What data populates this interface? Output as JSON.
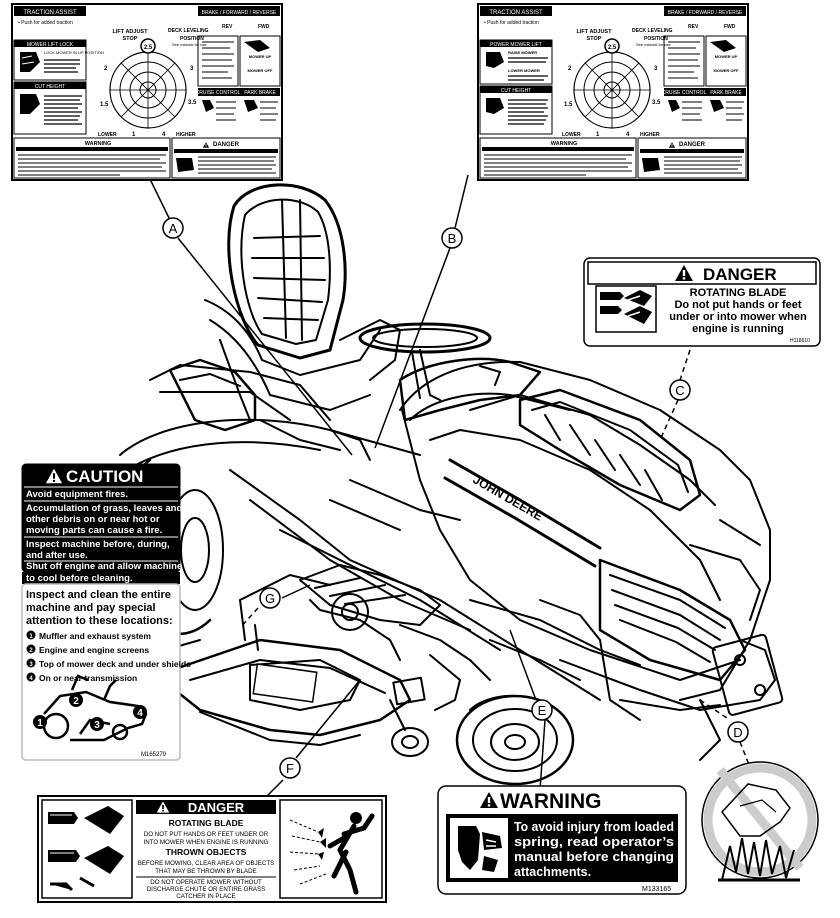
{
  "callouts": [
    "A",
    "B",
    "C",
    "D",
    "E",
    "F",
    "G"
  ],
  "decal_a": {
    "header": "TRACTION ASSIST",
    "header_sub": "• Push for added traction",
    "lift_adjust": "LIFT ADJUST",
    "stop": "STOP",
    "deck_leveling": "DECK LEVELING",
    "position": "POSITION",
    "position_sub": "See manual for use",
    "dial_value": "2.5",
    "dial_numbers": [
      "1",
      "1.5",
      "2",
      "2.5",
      "3",
      "3.5",
      "4"
    ],
    "lower": "LOWER",
    "higher": "HIGHER",
    "brake_header": "BRAKE / FORWARD / REVERSE",
    "rev": "REV",
    "fwd": "FWD",
    "mower_lift_lock": "MOWER LIFT LOCK",
    "lock_mower": "LOCK MOWER IN UP POSITION",
    "cut_height": "CUT HEIGHT",
    "cruise_control": "CRUISE CONTROL",
    "park_brake": "PARK BRAKE",
    "mower_up": "MOWER UP",
    "mower_off": "MOWER OFF",
    "warning": "WARNING",
    "danger": "DANGER"
  },
  "decal_b": {
    "header": "TRACTION ASSIST",
    "header_sub": "• Push for added traction",
    "lift_adjust": "LIFT ADJUST",
    "stop": "STOP",
    "deck_leveling": "DECK LEVELING",
    "position": "POSITION",
    "position_sub": "See manual for use",
    "dial_value": "2.5",
    "dial_numbers": [
      "1",
      "1.5",
      "2",
      "2.5",
      "3",
      "3.5",
      "4"
    ],
    "lower": "LOWER",
    "higher": "HIGHER",
    "brake_header": "BRAKE / FORWARD / REVERSE",
    "rev": "REV",
    "fwd": "FWD",
    "power_mower_lift": "POWER MOWER LIFT",
    "raise_mower": "RAISE MOWER",
    "lower_mower": "LOWER MOWER",
    "cut_height": "CUT HEIGHT",
    "cruise_control": "CRUISE CONTROL",
    "park_brake": "PARK BRAKE",
    "mower_up": "MOWER UP",
    "mower_off": "MOWER OFF",
    "warning": "WARNING",
    "danger": "DANGER"
  },
  "decal_c": {
    "heading": "DANGER",
    "subheading": "ROTATING BLADE",
    "message": [
      "Do not put hands or feet",
      "under or into mower when",
      "engine is running"
    ],
    "code": "H118610"
  },
  "decal_caution": {
    "heading": "CAUTION",
    "lines": [
      "Avoid equipment fires.",
      "Accumulation of grass, leaves and",
      "other debris on or near hot or",
      "moving parts can cause a fire.",
      "Inspect machine before, during,",
      "and after use.",
      "Shut off engine and allow machine",
      "to cool before cleaning."
    ],
    "inspect_title": [
      "Inspect and clean the entire",
      "machine and pay special",
      "attention to these locations:"
    ],
    "locations": [
      {
        "num": "1",
        "text": "Muffler and exhaust system"
      },
      {
        "num": "2",
        "text": "Engine and engine screens"
      },
      {
        "num": "3",
        "text": "Top of mower deck and under shields"
      },
      {
        "num": "4",
        "text": "On or near transmission"
      }
    ],
    "code": "M165279"
  },
  "decal_f": {
    "heading": "DANGER",
    "rotating_blade": "ROTATING BLADE",
    "line1": "DO NOT PUT HANDS OR FEET UNDER OR",
    "line2": "INTO MOWER WHEN ENGINE IS RUNNING",
    "thrown_objects": "THROWN OBJECTS",
    "line3": "BEFORE MOWING, CLEAR AREA OF OBJECTS",
    "line4": "THAT MAY BE THROWN BY BLADE",
    "line5": "DO NOT OPERATE MOWER WITHOUT",
    "line6": "DISCHARGE CHUTE OR ENTIRE GRASS",
    "line7": "CATCHER IN PLACE"
  },
  "decal_e": {
    "heading": "WARNING",
    "lines": [
      "To avoid injury from loaded",
      "spring, read operator’s",
      "manual before changing",
      "attachments."
    ],
    "code": "M133165"
  },
  "tractor": {
    "brand": "JOHN DEERE"
  }
}
